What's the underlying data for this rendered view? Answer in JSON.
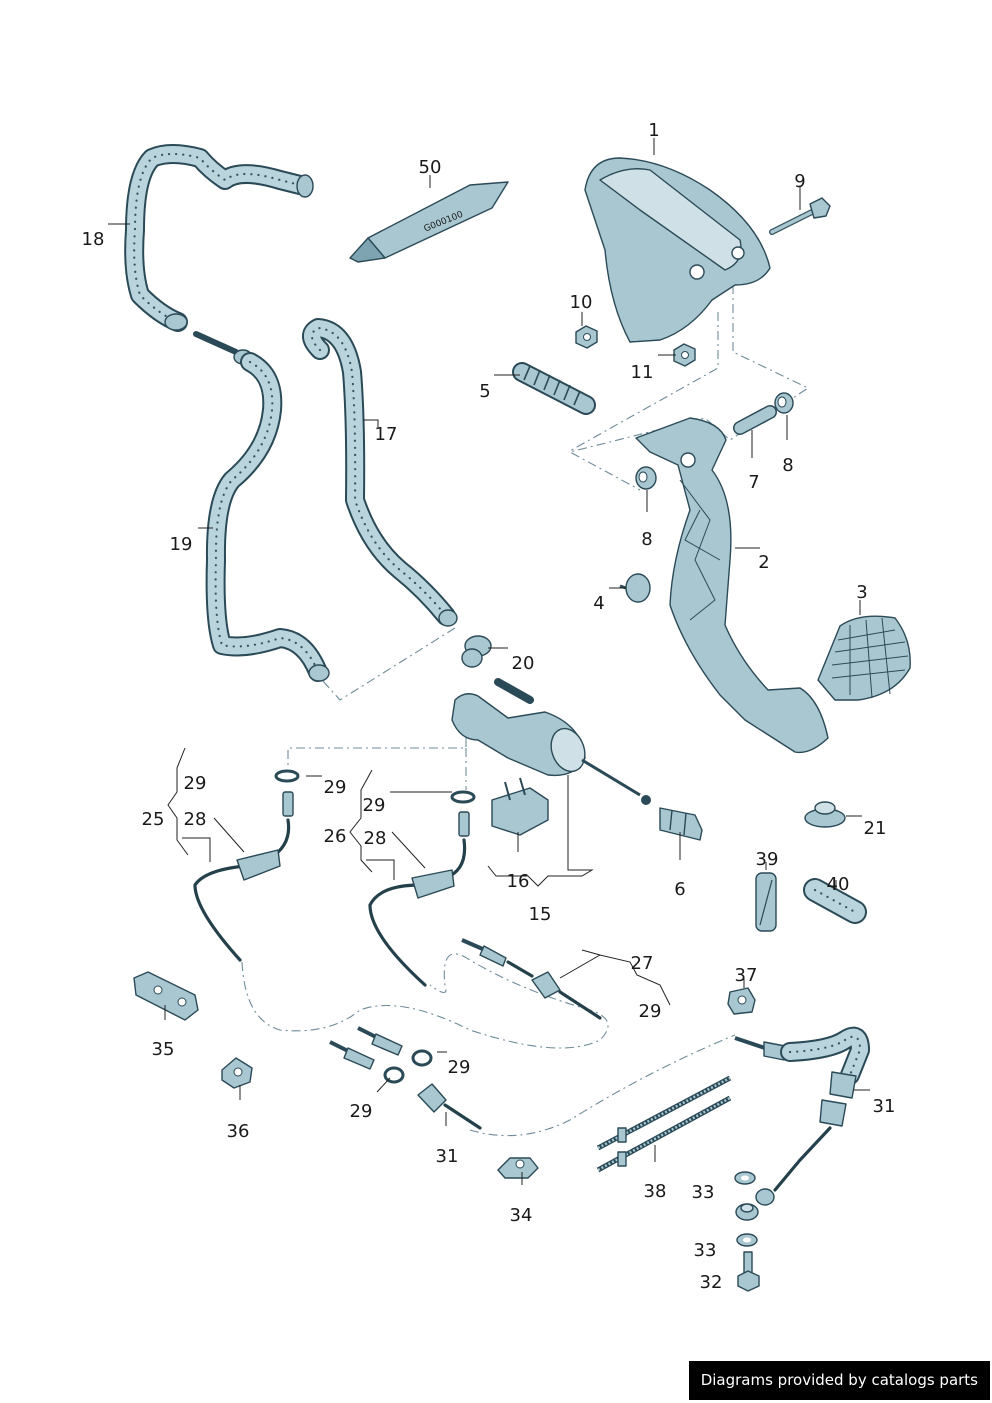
{
  "credit": "Diagrams provided by catalogs parts",
  "tube_text": "G000100",
  "colors": {
    "part_fill": "#a9c7d1",
    "part_stroke": "#2b4a57",
    "tube": "#b9d4dd",
    "background": "#ffffff"
  },
  "callouts": {
    "c1": "1",
    "c2": "2",
    "c3": "3",
    "c4": "4",
    "c5": "5",
    "c6": "6",
    "c7": "7",
    "c8a": "8",
    "c8b": "8",
    "c9": "9",
    "c10": "10",
    "c11": "11",
    "c15": "15",
    "c16": "16",
    "c17": "17",
    "c18": "18",
    "c19": "19",
    "c20": "20",
    "c21": "21",
    "c25": "25",
    "c26": "26",
    "c27": "27",
    "c28a": "28",
    "c28b": "28",
    "c29a": "29",
    "c29b": "29",
    "c29c": "29",
    "c29d": "29",
    "c29e": "29",
    "c29f": "29",
    "c31a": "31",
    "c31b": "31",
    "c32": "32",
    "c33a": "33",
    "c33b": "33",
    "c34": "34",
    "c35": "35",
    "c36": "36",
    "c37": "37",
    "c38": "38",
    "c39": "39",
    "c40": "40",
    "c50": "50"
  }
}
